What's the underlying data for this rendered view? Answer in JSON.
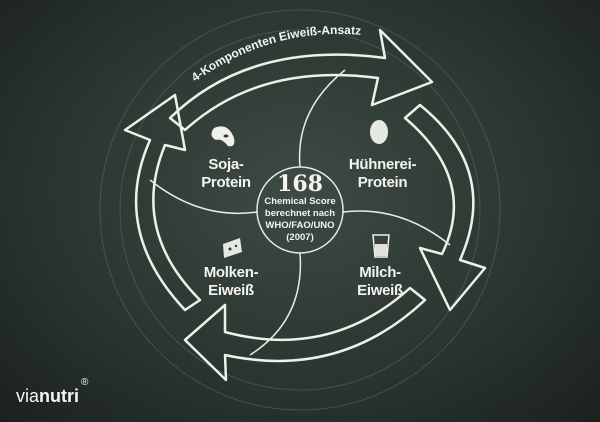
{
  "title": "4-Komponenten Eiweiß-Ansatz",
  "center": {
    "value": "168",
    "line1": "Chemical Score",
    "line2": "berechnet nach",
    "line3": "WHO/FAO/UNO",
    "line4": "(2007)"
  },
  "components": [
    {
      "line1": "Soja-",
      "line2": "Protein",
      "icon": "bean-icon"
    },
    {
      "line1": "Hühnerei-",
      "line2": "Protein",
      "icon": "egg-icon"
    },
    {
      "line1": "Molken-",
      "line2": "Eiweiß",
      "icon": "cheese-icon"
    },
    {
      "line1": "Milch-",
      "line2": "Eiweiß",
      "icon": "glass-icon"
    }
  ],
  "logo": {
    "light": "via",
    "bold": "nutri",
    "mark": "®"
  }
}
